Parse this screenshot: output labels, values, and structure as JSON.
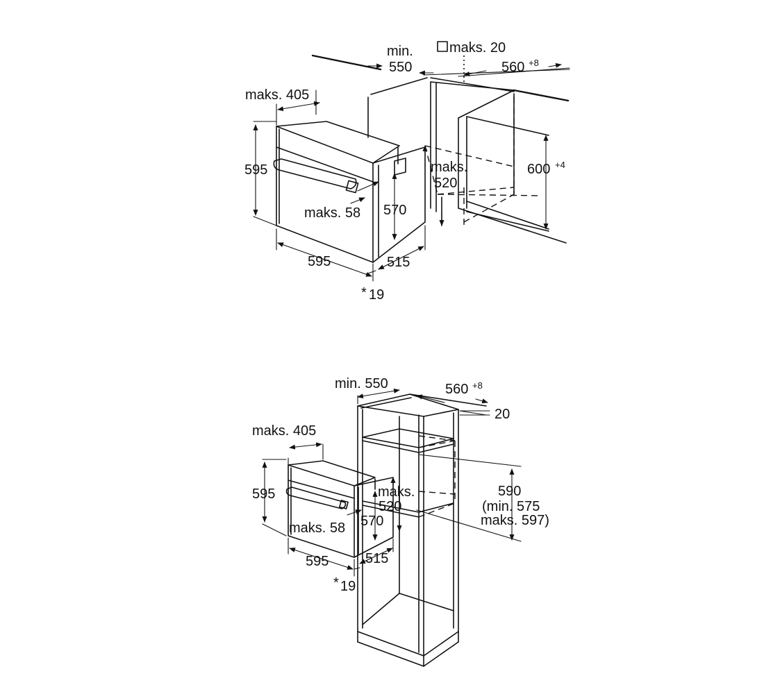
{
  "top_diagram": {
    "min_label": "min.",
    "cabinet_depth": "550",
    "square_max_depth": "maks. 20",
    "opening_width": "560",
    "opening_width_tol": "+8",
    "opening_height": "600",
    "opening_height_tol": "+4",
    "handle_depth": "maks. 405",
    "oven_height": "595",
    "rear_gap_label": "maks.",
    "rear_gap_value": "520",
    "front_depth": "maks. 58",
    "body_height": "570",
    "oven_width": "595",
    "body_depth": "515",
    "front_thickness_star": "*",
    "front_thickness": "19"
  },
  "bottom_diagram": {
    "cabinet_depth": "min. 550",
    "opening_width": "560",
    "opening_width_tol": "+8",
    "shelf_thickness": "20",
    "handle_depth": "maks. 405",
    "oven_height": "595",
    "rear_gap_label": "maks.",
    "rear_gap_value": "520",
    "body_height": "570",
    "front_depth": "maks. 58",
    "niche_height": "590",
    "niche_min": "(min. 575",
    "niche_max": "maks. 597)",
    "oven_width": "595",
    "body_depth": "515",
    "front_thickness_star": "*",
    "front_thickness": "19"
  }
}
